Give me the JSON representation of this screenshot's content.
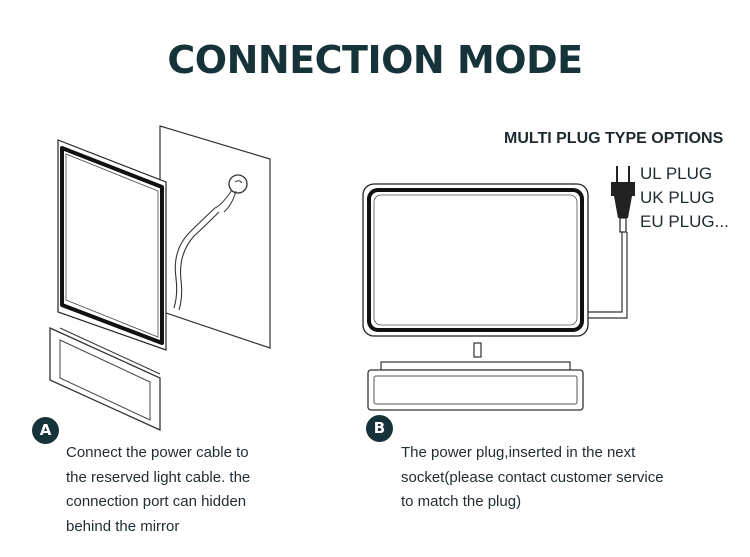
{
  "title": "CONNECTION MODE",
  "options": {
    "heading": "MULTI PLUG TYPE OPTIONS",
    "plugs": [
      "UL PLUG",
      "UK PLUG",
      "EU PLUG..."
    ]
  },
  "step_a": {
    "badge": "A",
    "lines": [
      "Connect  the power cable to",
      "the reserved light cable. the",
      "connection port can hidden",
      "behind the mirror"
    ]
  },
  "step_b": {
    "badge": "B",
    "lines": [
      "The power plug,inserted in the next",
      "socket(please contact customer service",
      "to match the plug)"
    ]
  },
  "colors": {
    "accent": "#17333a",
    "text": "#1e2d33"
  }
}
